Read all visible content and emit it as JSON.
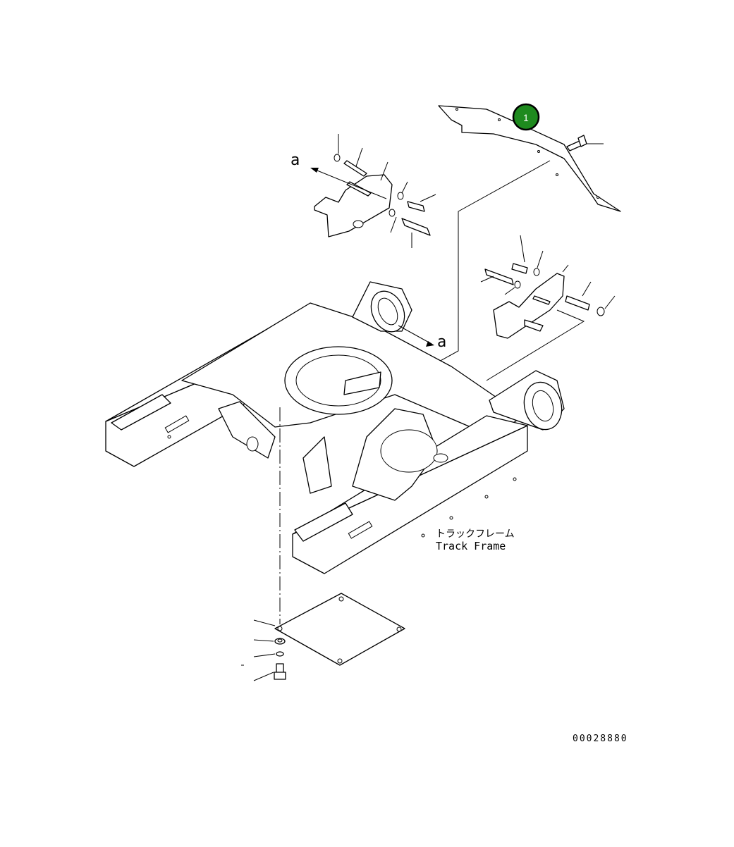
{
  "callout": {
    "number": "1",
    "color": "#1e8a1e"
  },
  "labels": {
    "view_a_top": "a",
    "view_a_frame": "a",
    "part_name_jp": "トラックフレーム",
    "part_name_en": "Track Frame",
    "drawing_number": "00028880"
  }
}
